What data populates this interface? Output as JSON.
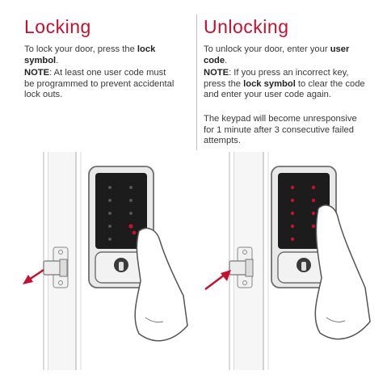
{
  "locking": {
    "title": "Locking",
    "p1_prefix": "To lock your door, press the",
    "p1_emph": "lock symbol",
    "p1_suffix": ".",
    "note_label": "NOTE",
    "note_text": ": At least one user code must be programmed to prevent accidental lock outs."
  },
  "unlocking": {
    "title": "Unlocking",
    "p1_prefix": "To unlock your door, enter your",
    "p1_emph": "user code",
    "p1_suffix": ".",
    "note_label": "NOTE",
    "note_text_a": ": If you press an incorrect key, press the",
    "note_emph": "lock symbol",
    "note_text_b": "to clear the code and enter your user code again.",
    "p3": "The keypad will become unresponsive for 1 minute after 3 consecutive failed attempts."
  },
  "colors": {
    "accent": "#c8102e",
    "text": "#3a3a3a"
  },
  "icons": [
    "lock-direction-arrow-icon",
    "unlock-direction-arrow-icon"
  ]
}
